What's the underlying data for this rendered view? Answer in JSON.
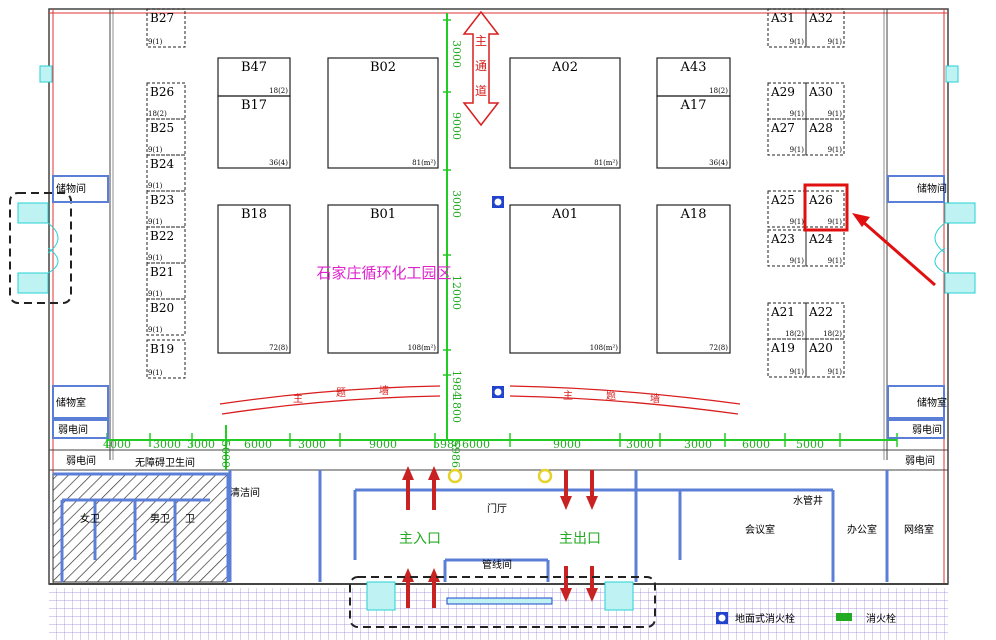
{
  "booths": [
    {
      "id": "B27",
      "area": "9(1)"
    },
    {
      "id": "B26",
      "area": "18(2)"
    },
    {
      "id": "B25",
      "area": "9(1)"
    },
    {
      "id": "B24",
      "area": "9(1)"
    },
    {
      "id": "B23",
      "area": "9(1)"
    },
    {
      "id": "B22",
      "area": "9(1)"
    },
    {
      "id": "B21",
      "area": "9(1)"
    },
    {
      "id": "B20",
      "area": "9(1)"
    },
    {
      "id": "B19",
      "area": "9(1)"
    },
    {
      "id": "B47",
      "area": "18(2)"
    },
    {
      "id": "B17",
      "area": "36(4)"
    },
    {
      "id": "B18",
      "area": "72(8)"
    },
    {
      "id": "B02",
      "area": "81(m²)"
    },
    {
      "id": "B01",
      "area": "108(m²)"
    },
    {
      "id": "A02",
      "area": "81(m²)"
    },
    {
      "id": "A01",
      "area": "108(m²)"
    },
    {
      "id": "A43",
      "area": "18(2)"
    },
    {
      "id": "A17",
      "area": "36(4)"
    },
    {
      "id": "A18",
      "area": "72(8)"
    },
    {
      "id": "A31",
      "area": "9(1)"
    },
    {
      "id": "A32",
      "area": "9(1)"
    },
    {
      "id": "A29",
      "area": "9(1)"
    },
    {
      "id": "A30",
      "area": "9(1)"
    },
    {
      "id": "A27",
      "area": "9(1)"
    },
    {
      "id": "A28",
      "area": "9(1)"
    },
    {
      "id": "A25",
      "area": "9(1)"
    },
    {
      "id": "A26",
      "area": "9(1)"
    },
    {
      "id": "A23",
      "area": "9(1)"
    },
    {
      "id": "A24",
      "area": "9(1)"
    },
    {
      "id": "A21",
      "area": "18(2)"
    },
    {
      "id": "A22",
      "area": "18(2)"
    },
    {
      "id": "A19",
      "area": "9(1)"
    },
    {
      "id": "A20",
      "area": "9(1)"
    }
  ],
  "zone_label": "石家庄循环化工园区",
  "main_aisle": "主通道",
  "main_wall": [
    "主",
    "题",
    "墙"
  ],
  "dim_vertical": [
    "3000",
    "9000",
    "3000",
    "12000",
    "1984",
    "1800"
  ],
  "dim_horizontal": [
    "4000",
    "3000",
    "3000",
    "6000",
    "3000",
    "9000",
    "5986",
    "6000",
    "9000",
    "3000",
    "3000",
    "6000",
    "5000"
  ],
  "dim_left": "5000",
  "dim_small": "5986",
  "rooms": {
    "storage_left_top": "储物间",
    "storage_left_bottom": "储物室",
    "storage_right_top": "储物间",
    "storage_right_bottom": "储物室",
    "weak_left": "弱电间",
    "weak_left2": "弱电间",
    "weak_right": "弱电间",
    "weak_right2": "弱电间",
    "accessible_wc": "无障碍卫生间",
    "cleaning": "清洁间",
    "toilets": [
      "女卫",
      "男卫",
      "卫"
    ],
    "lobby": "门厅",
    "entrance": "主入口",
    "exit": "主出口",
    "pipe": "管线间",
    "meeting": "会议室",
    "water_well": "水管井",
    "office": "办公室",
    "network": "网络室"
  },
  "legend": {
    "hydrant": "地面式消火栓",
    "extinguisher": "消火栓"
  },
  "highlight_booth": "A26",
  "colors": {
    "dim": "#22cc22",
    "wall": "#5b7fd6",
    "magenta": "#dd22cc",
    "red": "#d81e1e",
    "grid": "#9a7fe0",
    "cyan": "#25d1d1"
  }
}
